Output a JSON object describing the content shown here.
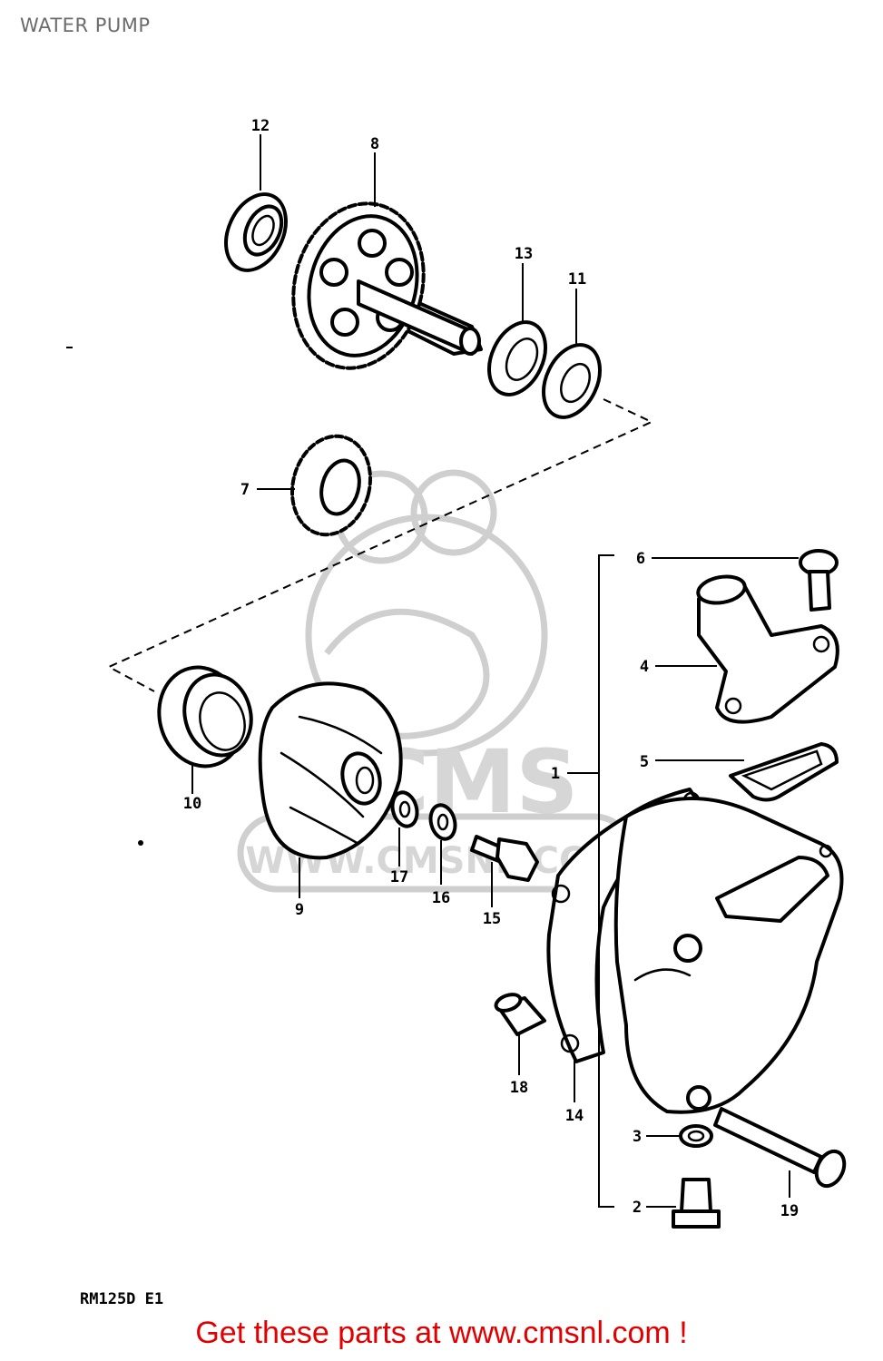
{
  "title": "WATER PUMP",
  "model_code": "RM125D E1",
  "footer_cta": "Get these parts at www.cmsnl.com !",
  "watermark": {
    "logo": "CMS",
    "url": "WWW.CMSNL.COM"
  },
  "callouts": [
    "12",
    "8",
    "13",
    "11",
    "7",
    "6",
    "4",
    "5",
    "1",
    "10",
    "9",
    "17",
    "16",
    "15",
    "14",
    "18",
    "3",
    "2",
    "19"
  ]
}
